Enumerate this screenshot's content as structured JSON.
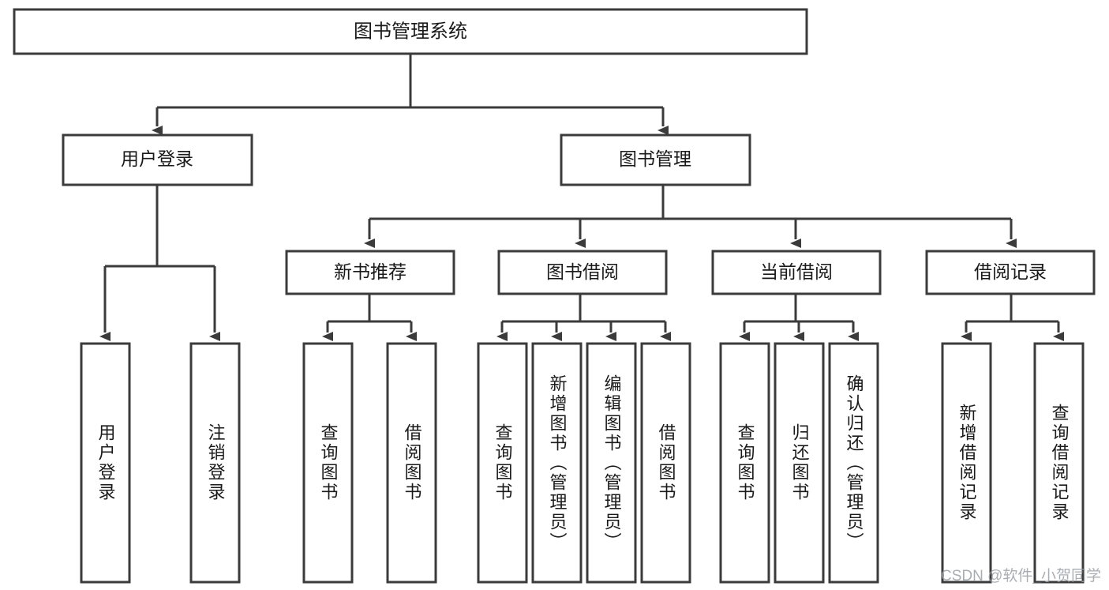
{
  "diagram": {
    "type": "tree",
    "title": "图书管理系统",
    "watermark": "CSDN @软件_小贺同学",
    "colors": {
      "stroke": "#3b3b3b",
      "fill": "#ffffff",
      "text": "#1a1a1a",
      "watermark": "#9aa0a6",
      "background": "#ffffff"
    },
    "nodes": {
      "root": {
        "label": "图书管理系统"
      },
      "level2": [
        {
          "label": "用户登录"
        },
        {
          "label": "图书管理"
        }
      ],
      "level3": [
        {
          "label": "新书推荐"
        },
        {
          "label": "图书借阅"
        },
        {
          "label": "当前借阅"
        },
        {
          "label": "借阅记录"
        }
      ],
      "leaves": {
        "user_login": [
          {
            "label": "用户登录"
          },
          {
            "label": "注销登录"
          }
        ],
        "new_book_recommend": [
          {
            "label": "查询图书"
          },
          {
            "label": "借阅图书"
          }
        ],
        "book_borrow": [
          {
            "label": "查询图书"
          },
          {
            "label": "新增图书（管理员）"
          },
          {
            "label": "编辑图书（管理员）"
          },
          {
            "label": "借阅图书"
          }
        ],
        "current_borrow": [
          {
            "label": "查询图书"
          },
          {
            "label": "归还图书"
          },
          {
            "label": "确认归还（管理员）"
          }
        ],
        "borrow_records": [
          {
            "label": "新增借阅记录"
          },
          {
            "label": "查询借阅记录"
          }
        ]
      }
    }
  }
}
